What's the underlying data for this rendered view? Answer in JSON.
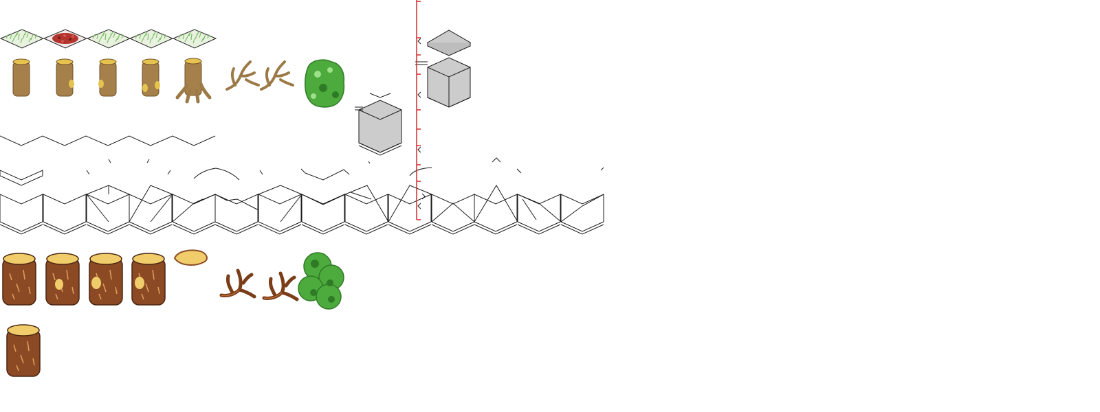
{
  "sheet": {
    "kind": "isometric tileset sprite sheet",
    "background": "#ffffff"
  },
  "palette": {
    "grass": "#7fbf6a",
    "grass_outline": "#2a2a2a",
    "flowers": "#b3332d",
    "log_light": "#a6804a",
    "log_light_outline": "#6e5128",
    "log_cut": "#e6c24f",
    "log_dark": "#8b4a24",
    "log_dark_outline": "#4a2510",
    "log_dark_cut": "#f0cc6a",
    "root_light": "#9c7a47",
    "root_dark": "#7a3d18",
    "bush": "#4dab3d",
    "bush_dark": "#2e7a25",
    "bush_light": "#9fe08a",
    "block": "#cccccc",
    "line": "#1a1a1a",
    "guide": "#d42a2a"
  },
  "rows": {
    "ground_tiles": [
      "grass-tile",
      "flower-tile",
      "grass-tile",
      "grass-tile",
      "grass-tile"
    ],
    "light_logs": [
      "log-plain",
      "log-knot-right",
      "log-knot-left",
      "log-knot-side",
      "log-stump-roots"
    ],
    "light_roots": [
      "root-branch-a",
      "root-branch-b"
    ],
    "bushes": [
      "bush-light",
      "bush-dark"
    ],
    "dark_logs": [
      "log-plain",
      "log-knot-center",
      "log-knot-center",
      "log-knot-right",
      "stump-slice"
    ],
    "dark_roots": [
      "root-twist-a",
      "root-twist-b"
    ],
    "wall_segments": 14
  }
}
